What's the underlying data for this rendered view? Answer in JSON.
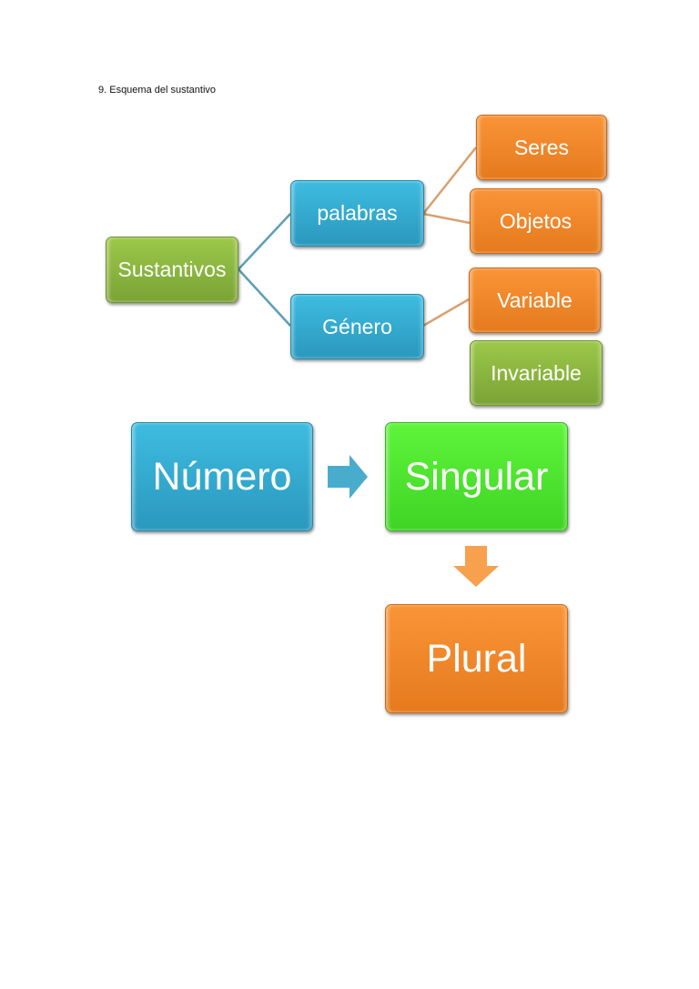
{
  "title": "9. Esquema del sustantivo",
  "tree": {
    "root": "Sustantivos",
    "branches": [
      {
        "label": "palabras",
        "children": [
          "Seres",
          "Objetos"
        ]
      },
      {
        "label": "Género",
        "children": [
          "Variable",
          "Invariable"
        ]
      }
    ]
  },
  "flow": {
    "start": "Número",
    "middle": "Singular",
    "end": "Plural"
  },
  "colors": {
    "green": "#8ab83f",
    "blue": "#33a9d0",
    "orange": "#f08828",
    "lime": "#4ee430",
    "connector_blue": "#5c9fb6",
    "connector_tan": "#d9a06e"
  }
}
